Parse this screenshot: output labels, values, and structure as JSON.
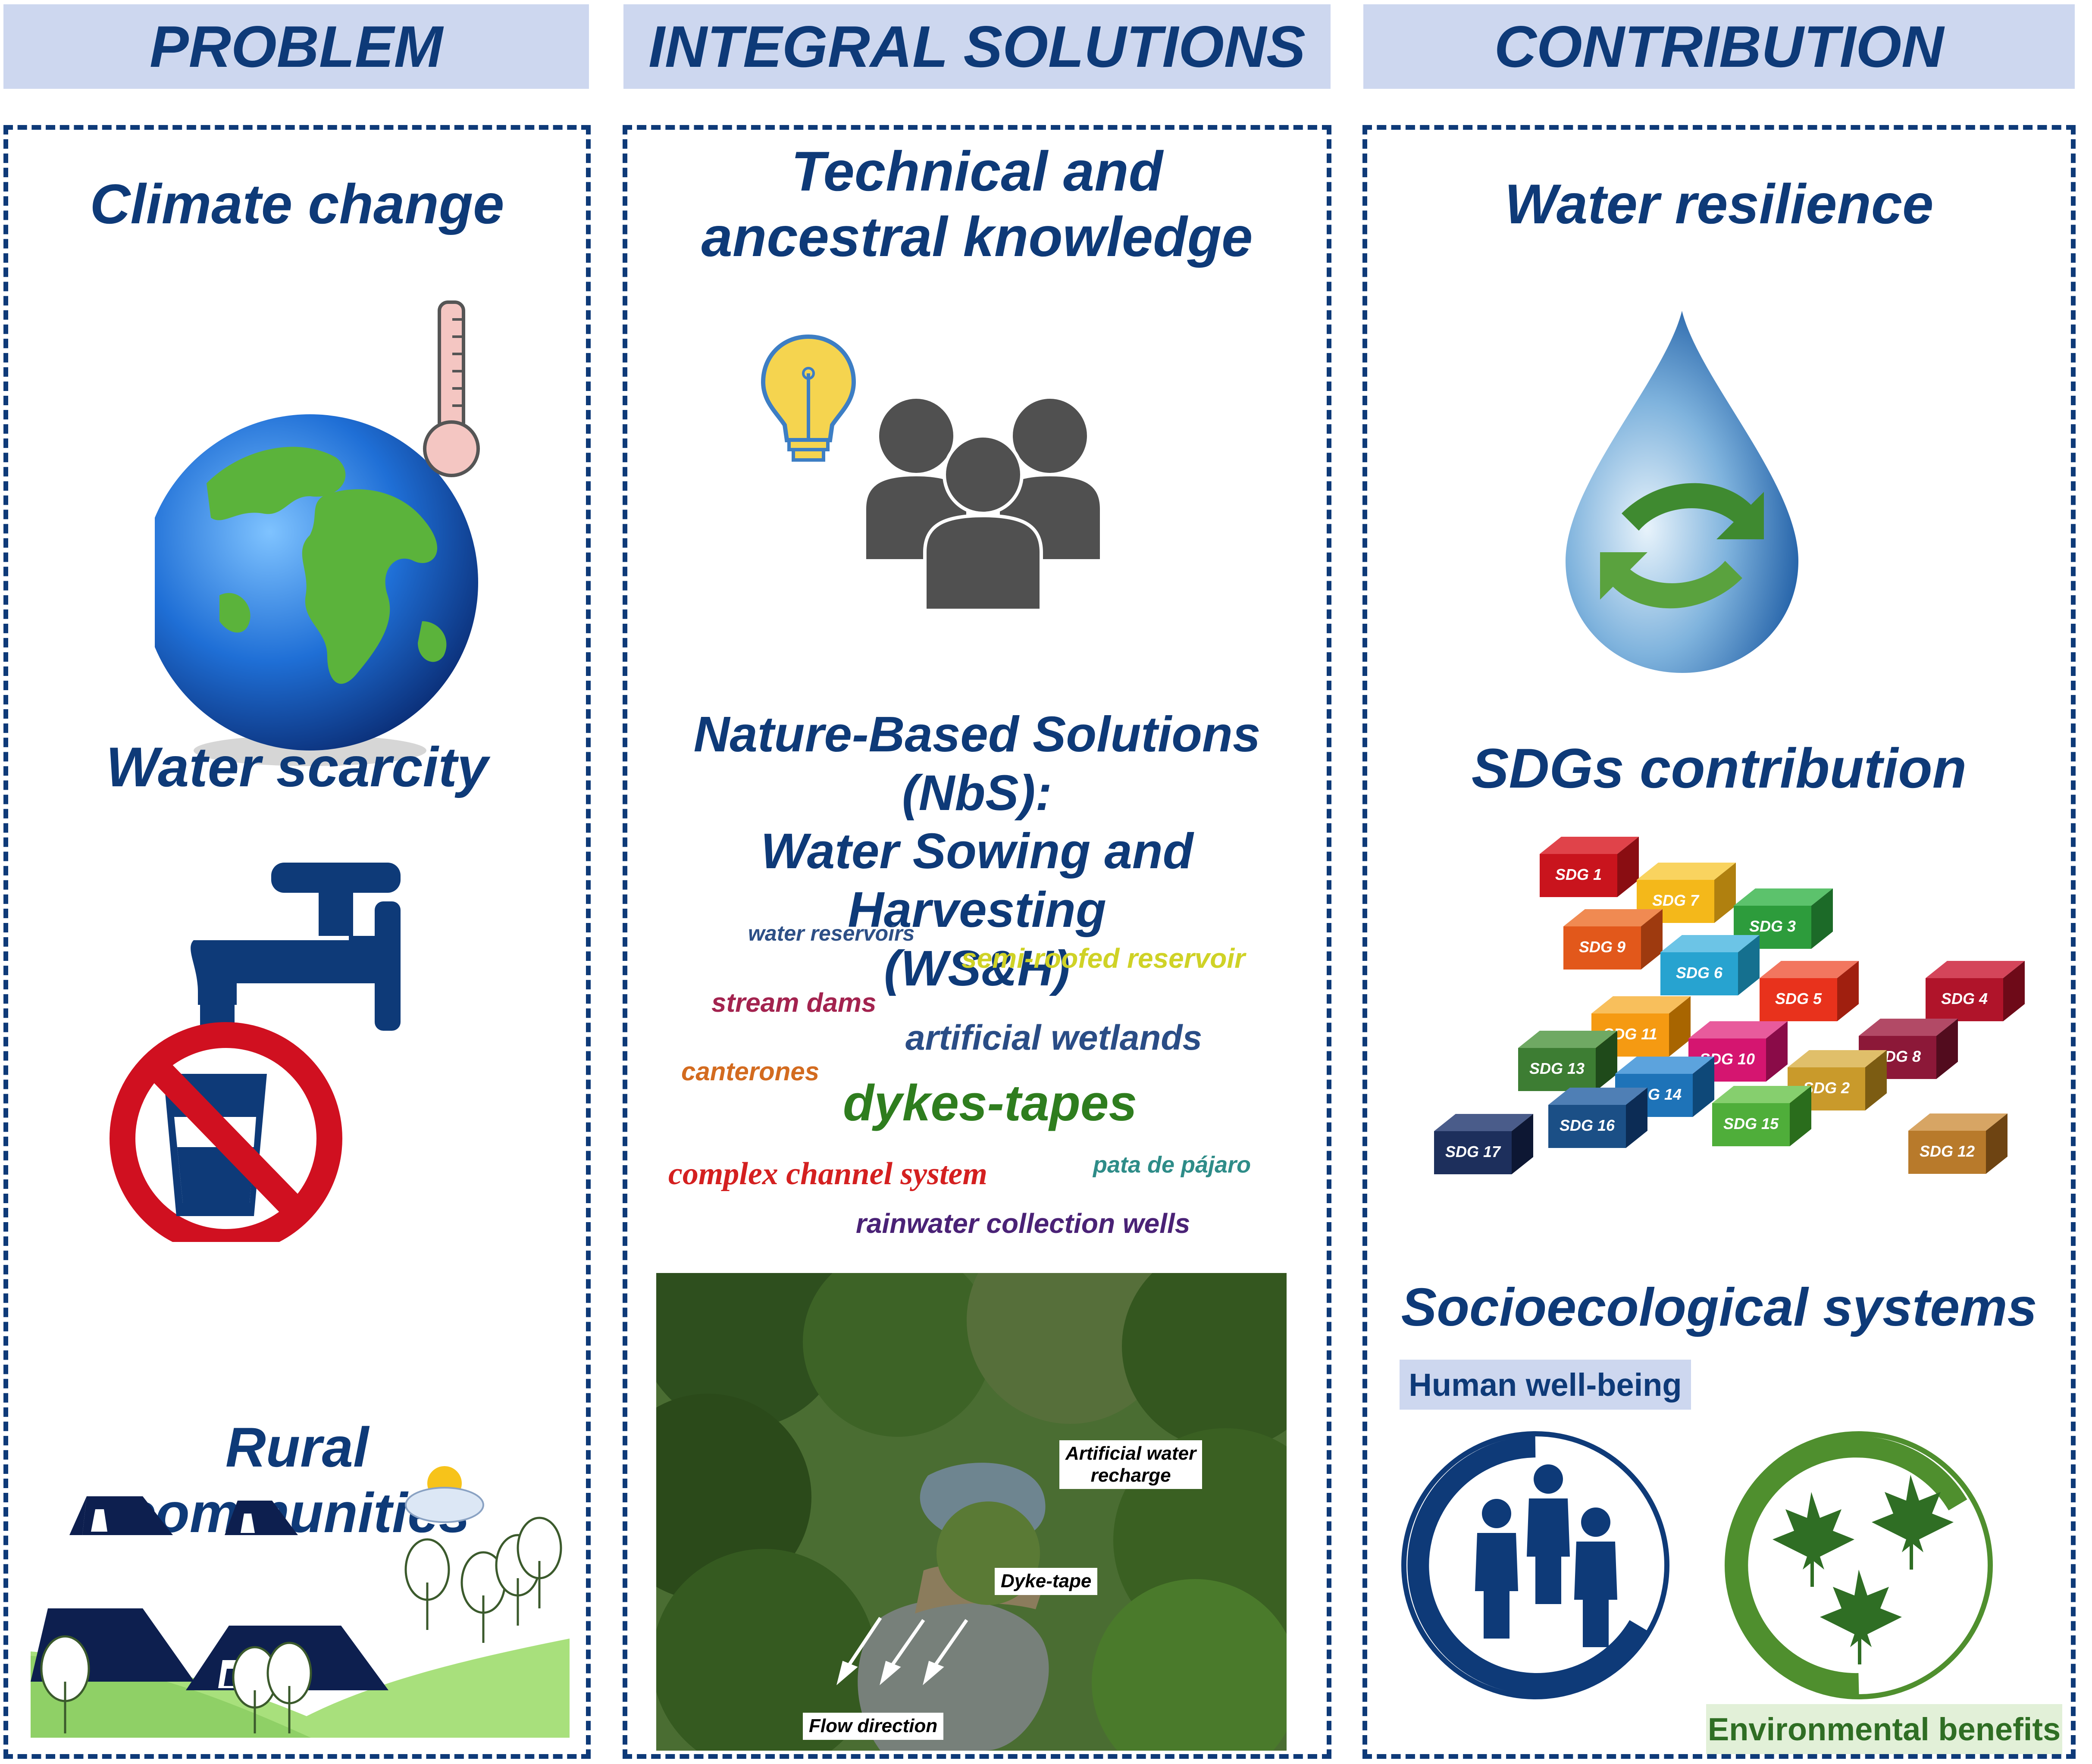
{
  "headers": {
    "problem": "PROBLEM",
    "solutions": "INTEGRAL SOLUTIONS",
    "contribution": "CONTRIBUTION"
  },
  "problem": {
    "climate": "Climate change",
    "water": "Water scarcity",
    "rural_line1": "Rural",
    "rural_line2": "communities"
  },
  "solutions": {
    "knowledge_line1": "Technical and",
    "knowledge_line2": "ancestral knowledge",
    "nbs_line1": "Nature-Based Solutions (NbS):",
    "nbs_line2": "Water Sowing and Harvesting",
    "nbs_line3": "(WS&H)",
    "wordcloud": [
      {
        "text": "water reservoirs",
        "color": "#2d4f86"
      },
      {
        "text": "semi-roofed reservoir",
        "color": "#cfd226"
      },
      {
        "text": "stream dams",
        "color": "#a3234f"
      },
      {
        "text": "artificial wetlands",
        "color": "#2a4d86"
      },
      {
        "text": "canterones",
        "color": "#d36b1f"
      },
      {
        "text": "dykes-tapes",
        "color": "#2e7d1e"
      },
      {
        "text": "complex channel system",
        "color": "#d42020"
      },
      {
        "text": "pata de pájaro",
        "color": "#2e8c88"
      },
      {
        "text": "rainwater collection wells",
        "color": "#4a2276"
      }
    ],
    "photo_labels": {
      "recharge_line1": "Artificial water",
      "recharge_line2": "recharge",
      "dyke": "Dyke-tape",
      "flow": "Flow direction"
    }
  },
  "contribution": {
    "resilience": "Water resilience",
    "sdgs": "SDGs contribution",
    "socio": "Socioecological systems",
    "human": "Human well-being",
    "env": "Environmental benefits",
    "sdg_blocks": [
      {
        "label": "SDG 1",
        "color": "#c9141d"
      },
      {
        "label": "SDG 7",
        "color": "#f4b81a"
      },
      {
        "label": "SDG 3",
        "color": "#2d9c3c"
      },
      {
        "label": "SDG 9",
        "color": "#e2581b"
      },
      {
        "label": "SDG 6",
        "color": "#27a3d0"
      },
      {
        "label": "SDG 5",
        "color": "#e8321c"
      },
      {
        "label": "SDG 4",
        "color": "#b0142a"
      },
      {
        "label": "SDG 11",
        "color": "#f59a12"
      },
      {
        "label": "SDG 10",
        "color": "#d51570"
      },
      {
        "label": "SDG 8",
        "color": "#8c1838"
      },
      {
        "label": "SDG 13",
        "color": "#3d7d33"
      },
      {
        "label": "SDG 14",
        "color": "#1e73b8"
      },
      {
        "label": "SDG 2",
        "color": "#c99a2b"
      },
      {
        "label": "SDG 15",
        "color": "#4fae3a"
      },
      {
        "label": "SDG 16",
        "color": "#1b4f86"
      },
      {
        "label": "SDG 17",
        "color": "#1d2f5c"
      },
      {
        "label": "SDG 12",
        "color": "#b87a2b"
      }
    ]
  },
  "colors": {
    "navy": "#0e3a78",
    "header_bg": "#cdd7ef",
    "green": "#4f8f2e"
  }
}
